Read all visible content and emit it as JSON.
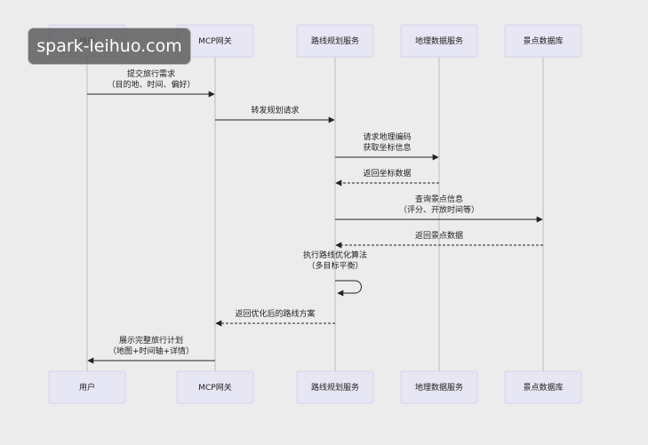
{
  "watermark": {
    "text": "spark-leihuo.com"
  },
  "participants": [
    {
      "id": "user",
      "label": "用户"
    },
    {
      "id": "gateway",
      "label": "MCP网关"
    },
    {
      "id": "route",
      "label": "路线规划服务"
    },
    {
      "id": "geo",
      "label": "地理数据服务"
    },
    {
      "id": "poi",
      "label": "景点数据库"
    }
  ],
  "messages": [
    {
      "from": "user",
      "to": "gateway",
      "lines": [
        "提交旅行需求",
        "（目的地、时间、偏好）"
      ],
      "style": "solid"
    },
    {
      "from": "gateway",
      "to": "route",
      "lines": [
        "转发规划请求"
      ],
      "style": "solid"
    },
    {
      "from": "route",
      "to": "geo",
      "lines": [
        "请求地理编码",
        "获取坐标信息"
      ],
      "style": "solid"
    },
    {
      "from": "geo",
      "to": "route",
      "lines": [
        "返回坐标数据"
      ],
      "style": "dashed"
    },
    {
      "from": "route",
      "to": "poi",
      "lines": [
        "查询景点信息",
        "（评分、开放时间等）"
      ],
      "style": "solid"
    },
    {
      "from": "poi",
      "to": "route",
      "lines": [
        "返回景点数据"
      ],
      "style": "dashed"
    },
    {
      "from": "route",
      "to": "route",
      "lines": [
        "执行路线优化算法",
        "（多目标平衡）"
      ],
      "style": "self"
    },
    {
      "from": "route",
      "to": "gateway",
      "lines": [
        "返回优化后的路线方案"
      ],
      "style": "dashed"
    },
    {
      "from": "gateway",
      "to": "user",
      "lines": [
        "展示完整旅行计划",
        "（地图+时间轴+详情）"
      ],
      "style": "solid"
    }
  ]
}
